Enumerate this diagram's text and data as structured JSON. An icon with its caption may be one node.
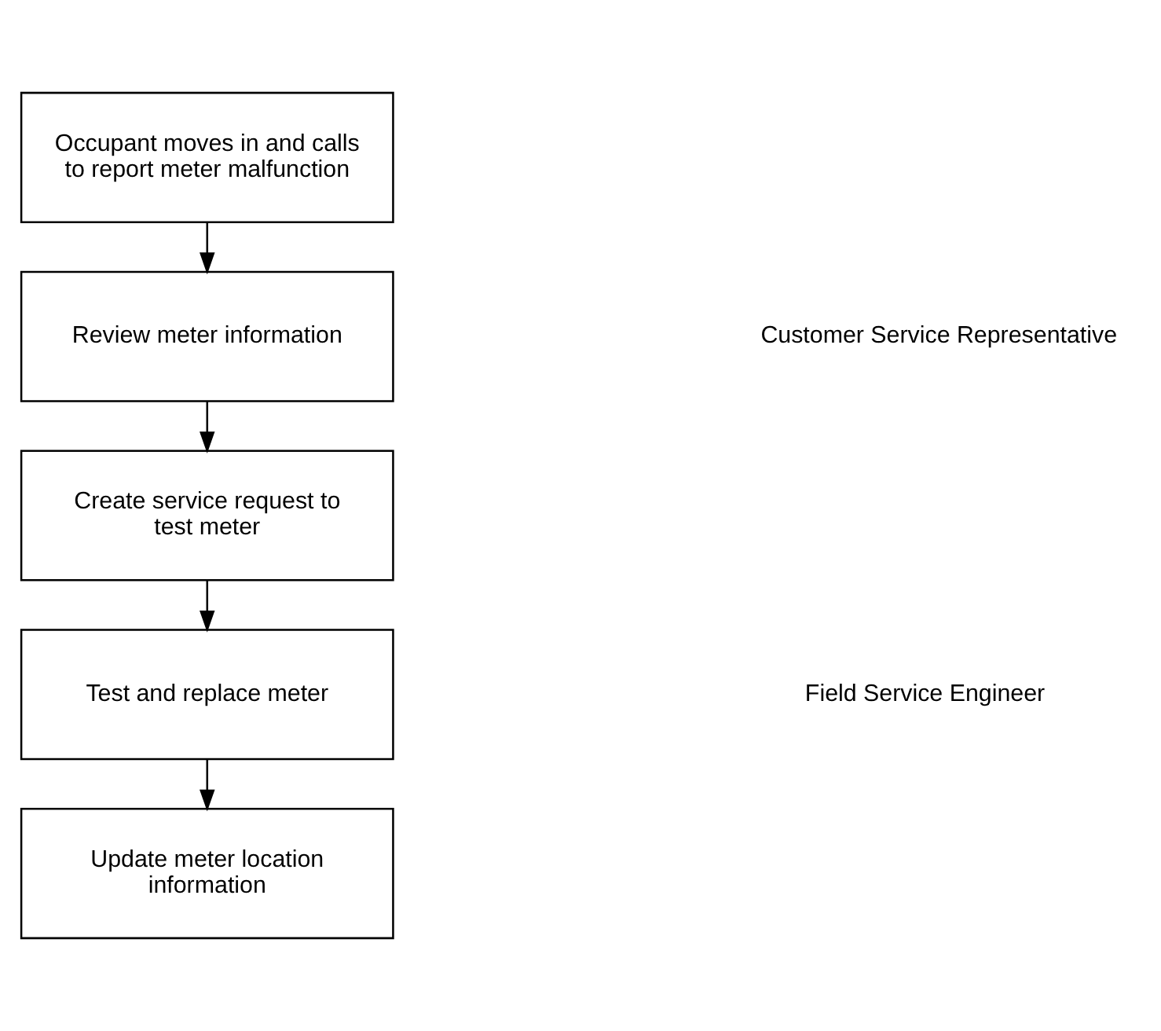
{
  "diagram": {
    "nodes": [
      {
        "text": [
          "Occupant moves in and calls to report meter malfunction"
        ]
      },
      {
        "text": [
          "Review meter information"
        ]
      },
      {
        "text": [
          "Create service request to test meter"
        ]
      },
      {
        "text": [
          "Test and replace meter"
        ]
      },
      {
        "text": [
          "Update meter location information"
        ]
      }
    ],
    "edges": [
      {
        "from": 0,
        "to": 1,
        "arrow": "to"
      },
      {
        "from": 1,
        "to": 2,
        "arrow": "to"
      },
      {
        "from": 2,
        "to": 3,
        "arrow": "to"
      },
      {
        "from": 3,
        "to": 4,
        "arrow": "to"
      }
    ],
    "labels": [
      "Customer Service Representative",
      "Field Service Engineer"
    ]
  }
}
